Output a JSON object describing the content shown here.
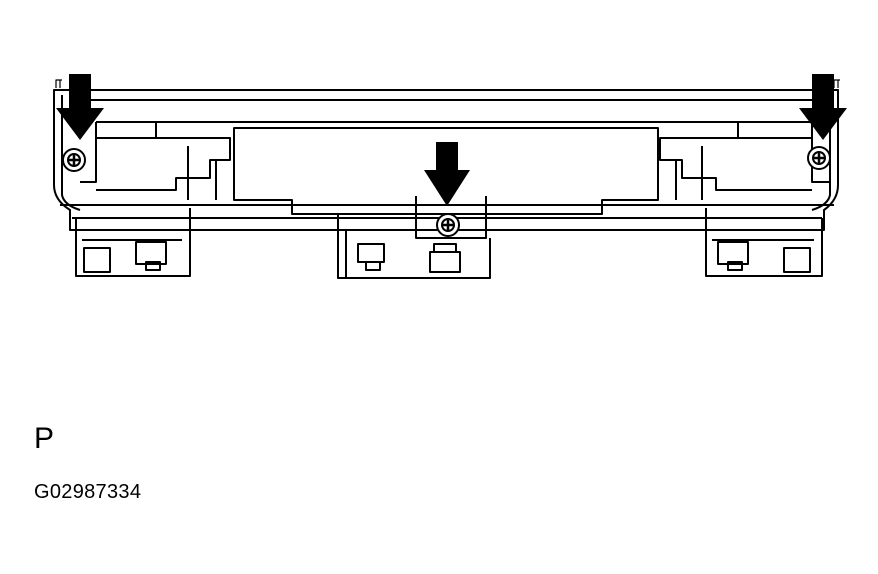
{
  "figure": {
    "view_label": "P",
    "figure_code": "G02987334"
  },
  "colors": {
    "line": "#000000",
    "background": "#ffffff"
  },
  "callouts": [
    {
      "name": "left-screw-arrow",
      "direction": "down"
    },
    {
      "name": "center-screw-arrow",
      "direction": "down"
    },
    {
      "name": "right-screw-arrow",
      "direction": "down"
    }
  ]
}
